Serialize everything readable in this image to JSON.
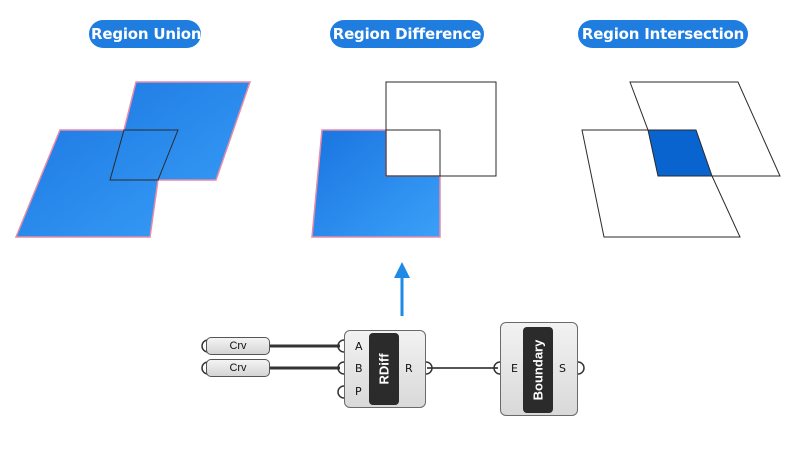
{
  "labels": {
    "union": "Region Union",
    "difference": "Region Difference",
    "intersection": "Region Intersection"
  },
  "params": [
    {
      "label": "Crv"
    },
    {
      "label": "Crv"
    }
  ],
  "rdiff_component": {
    "name": "RDiff",
    "inputs": [
      "A",
      "B",
      "P"
    ],
    "outputs": [
      "R"
    ]
  },
  "boundary_component": {
    "name": "Boundary",
    "inputs": [
      "E"
    ],
    "outputs": [
      "S"
    ]
  },
  "colors": {
    "label_pill": "#1f7de0",
    "region_fill": "#1f7de0",
    "region_outline": "#e98aa8",
    "intersection_fill": "#0a64d0",
    "arrow": "#1f8ae6"
  }
}
